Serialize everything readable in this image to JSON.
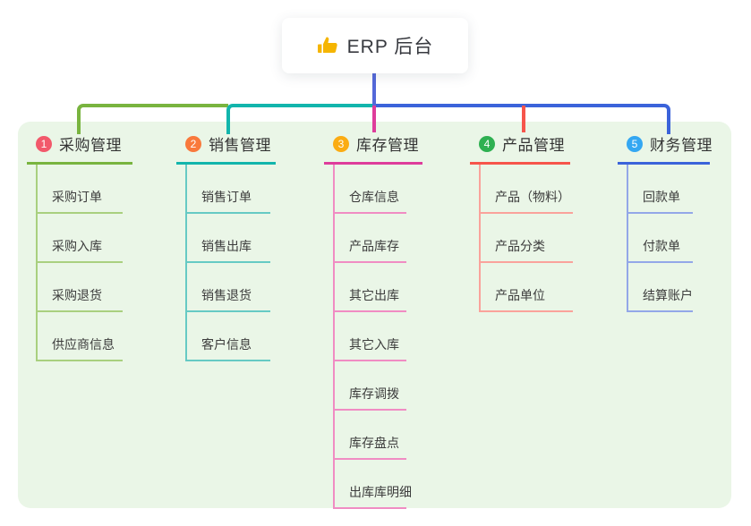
{
  "root": {
    "label": "ERP 后台",
    "icon": "thumbs-up-icon",
    "icon_color": "#F5B502",
    "stem_color": "#5468D9"
  },
  "branches": [
    {
      "badge": "1",
      "title": "采购管理",
      "line_color": "#79B43F",
      "light_color": "#A9D07F",
      "badge_color": "#F2596B",
      "children": [
        "采购订单",
        "采购入库",
        "采购退货",
        "供应商信息"
      ]
    },
    {
      "badge": "2",
      "title": "销售管理",
      "line_color": "#12B5AC",
      "light_color": "#66CAC4",
      "badge_color": "#F9793C",
      "children": [
        "销售订单",
        "销售出库",
        "销售退货",
        "客户信息"
      ]
    },
    {
      "badge": "3",
      "title": "库存管理",
      "line_color": "#DE3C9B",
      "light_color": "#F08CC3",
      "badge_color": "#FBAC13",
      "children": [
        "仓库信息",
        "产品库存",
        "其它出库",
        "其它入库",
        "库存调拨",
        "库存盘点",
        "出库库明细"
      ]
    },
    {
      "badge": "4",
      "title": "产品管理",
      "line_color": "#F6554B",
      "light_color": "#FAA29B",
      "badge_color": "#2EB051",
      "children": [
        "产品（物料）",
        "产品分类",
        "产品单位"
      ]
    },
    {
      "badge": "5",
      "title": "财务管理",
      "line_color": "#3B63DA",
      "light_color": "#93A7E8",
      "badge_color": "#34A7F2",
      "children": [
        "回款单",
        "付款单",
        "结算账户"
      ]
    }
  ]
}
